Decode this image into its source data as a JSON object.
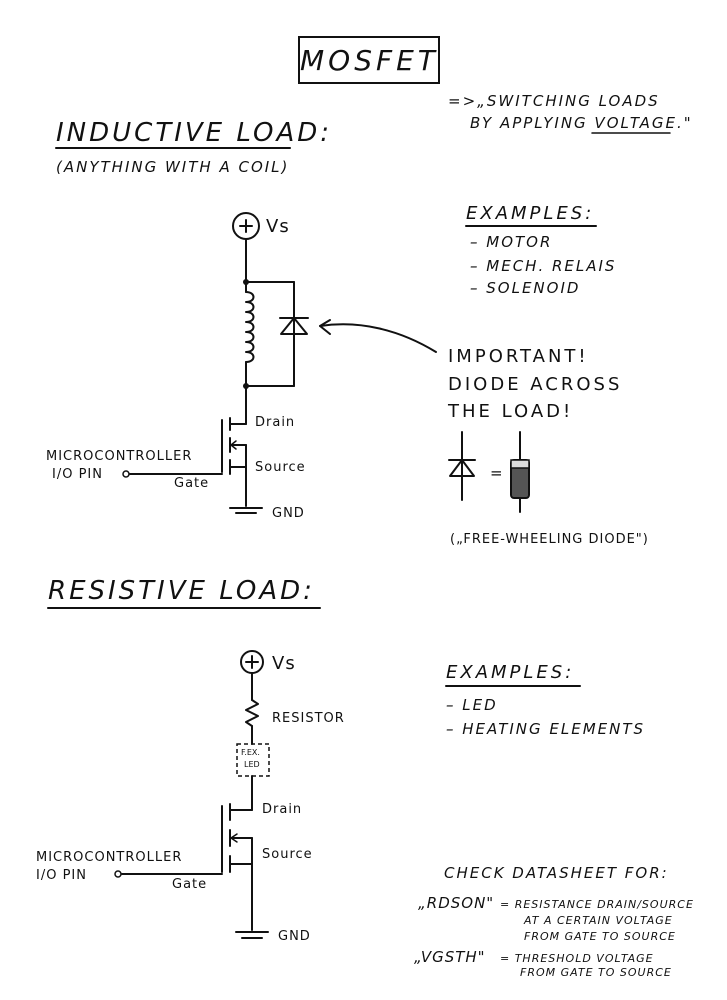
{
  "title": "MOSFET",
  "tagline": {
    "line1": "=>„SWITCHING LOADS",
    "line2": "BY APPLYING VOLTAGE.\""
  },
  "inductive": {
    "heading": "INDUCTIVE LOAD:",
    "subheading": "(ANYTHING WITH A COIL)",
    "vs_label": "Vs",
    "drain_label": "Drain",
    "source_label": "Source",
    "gate_label": "Gate",
    "gnd_label": "GND",
    "mcu_label_1": "MICROCONTROLLER",
    "mcu_label_2": "I/O PIN",
    "examples_heading": "EXAMPLES:",
    "examples": [
      "– MOTOR",
      "– MECH. RELAIS",
      "– SOLENOID"
    ],
    "important_1": "IMPORTANT!",
    "important_2": "DIODE ACROSS",
    "important_3": "THE LOAD!",
    "equals": "=",
    "freewheel": "(„FREE-WHEELING DIODE\")"
  },
  "resistive": {
    "heading": "RESISTIVE LOAD:",
    "vs_label": "Vs",
    "resistor_label": "RESISTOR",
    "led_box_1": "F.EX.",
    "led_box_2": "LED",
    "drain_label": "Drain",
    "source_label": "Source",
    "gate_label": "Gate",
    "gnd_label": "GND",
    "mcu_label_1": "MICROCONTROLLER",
    "mcu_label_2": "I/O PIN",
    "examples_heading": "EXAMPLES:",
    "examples": [
      "– LED",
      "– HEATING ELEMENTS"
    ]
  },
  "datasheet": {
    "heading": "CHECK DATASHEET FOR:",
    "rdson_term": "„RDSON\"",
    "rdson_def_1": "= RESISTANCE DRAIN/SOURCE",
    "rdson_def_2": "AT A CERTAIN VOLTAGE",
    "rdson_def_3": "FROM GATE TO SOURCE",
    "vgsth_term": "„VGSTH\"",
    "vgsth_def_1": "= THRESHOLD VOLTAGE",
    "vgsth_def_2": "FROM GATE TO SOURCE"
  }
}
